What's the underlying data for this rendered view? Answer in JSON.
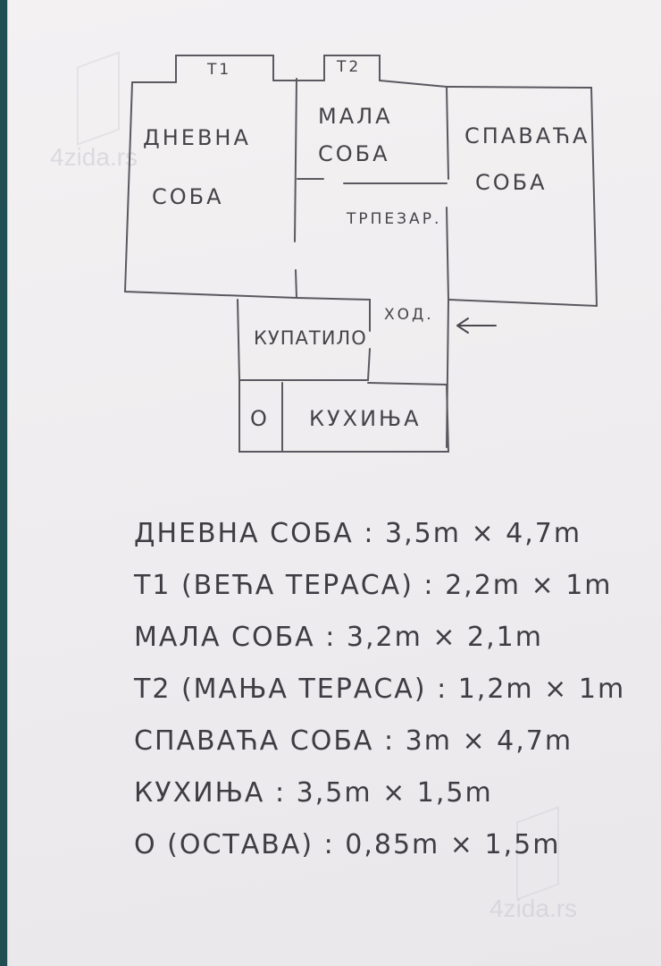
{
  "plan": {
    "rooms": {
      "t1": "T1",
      "t2": "T2",
      "dnevna_line1": "ДНЕВНА",
      "dnevna_line2": "СОБА",
      "mala_line1": "МАЛА",
      "mala_line2": "СОБА",
      "spavaca_line1": "СПАВАЋА",
      "spavaca_line2": "СОБА",
      "trpezar": "ТРПЕЗАР.",
      "hod": "ХОД.",
      "kupatilo": "КУПАТИЛО",
      "kuhinja": "КУХИЊА",
      "ostava": "О"
    },
    "entrance_arrow": "arrow-left-icon"
  },
  "dimensions": [
    "ДНЕВНА СОБА : 3,5m × 4,7m",
    "Т1 (ВЕЋА ТЕРАСА) : 2,2m × 1m",
    "МАЛА СОБА : 3,2m × 2,1m",
    "Т2 (МАЊА ТЕРАСА) : 1,2m × 1m",
    "СПАВАЋА СОБА : 3m × 4,7m",
    "КУХИЊА : 3,5m × 1,5m",
    "О (ОСТАВА) : 0,85m × 1,5m"
  ],
  "watermark": {
    "top": "4zida.rs",
    "bottom": "4zida.rs"
  },
  "colors": {
    "ink": "#444348",
    "paper": "#f0eef0",
    "background": "#1f4f52"
  }
}
